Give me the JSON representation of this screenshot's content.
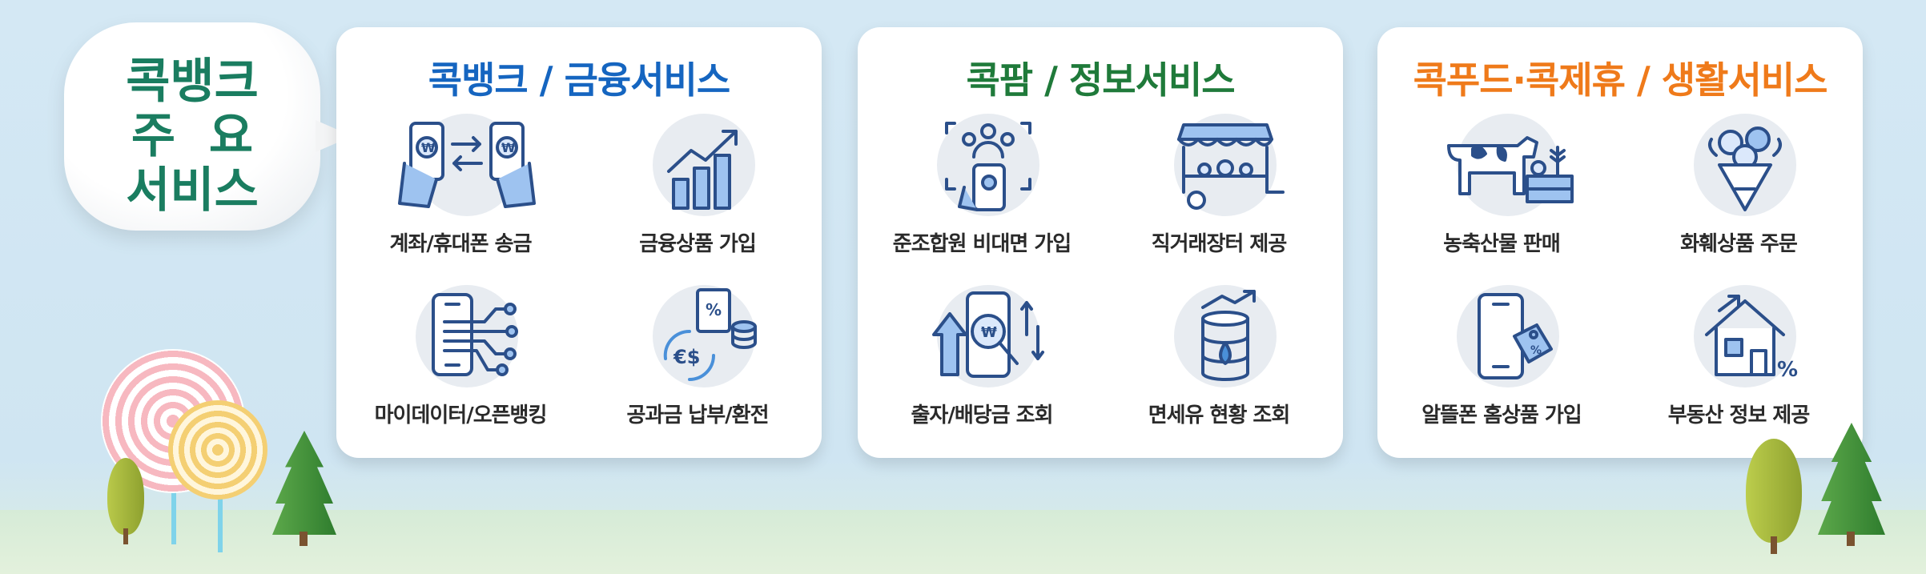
{
  "bubble": {
    "lines": [
      "콕뱅크",
      "주  요",
      "서비스"
    ]
  },
  "colors": {
    "bank": "#1565c0",
    "farm": "#1f7a3a",
    "life": "#ef7a1a",
    "bubble_text": "#1a7d60",
    "icon": "#2b4f8a"
  },
  "panels": [
    {
      "title": "콕뱅크 / 금융서비스",
      "items": [
        {
          "label": "계좌/휴대폰 송금",
          "icon": "phone-transfer-icon"
        },
        {
          "label": "금융상품 가입",
          "icon": "growth-chart-icon"
        },
        {
          "label": "마이데이터/오픈뱅킹",
          "icon": "mydata-phone-icon"
        },
        {
          "label": "공과금 납부/환전",
          "icon": "currency-exchange-icon"
        }
      ]
    },
    {
      "title": "콕팜 / 정보서비스",
      "items": [
        {
          "label": "준조합원 비대면 가입",
          "icon": "member-scan-icon"
        },
        {
          "label": "직거래장터 제공",
          "icon": "market-stall-icon"
        },
        {
          "label": "출자/배당금 조회",
          "icon": "dividend-search-icon"
        },
        {
          "label": "면세유 현황 조회",
          "icon": "oil-barrel-icon"
        }
      ]
    },
    {
      "title": "콕푸드·콕제휴 / 생활서비스",
      "items": [
        {
          "label": "농축산물 판매",
          "icon": "cow-produce-icon"
        },
        {
          "label": "화훼상품 주문",
          "icon": "flower-bouquet-icon"
        },
        {
          "label": "알뜰폰 홈상품 가입",
          "icon": "phone-tag-icon"
        },
        {
          "label": "부동산 정보 제공",
          "icon": "house-percent-icon"
        }
      ]
    }
  ]
}
